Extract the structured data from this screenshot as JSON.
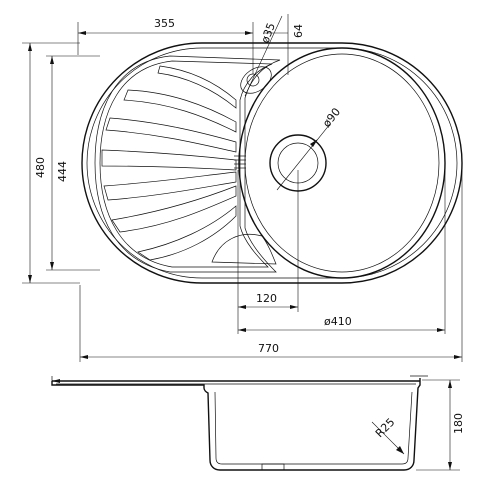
{
  "dimensions": {
    "top_width": "355",
    "tap_hole": "ø35",
    "offset_right": "64",
    "drain": "ø90",
    "height_total": "480",
    "height_inner": "444",
    "drain_offset": "120",
    "bowl": "ø410",
    "total_width": "770",
    "radius": "R25",
    "depth": "180"
  }
}
